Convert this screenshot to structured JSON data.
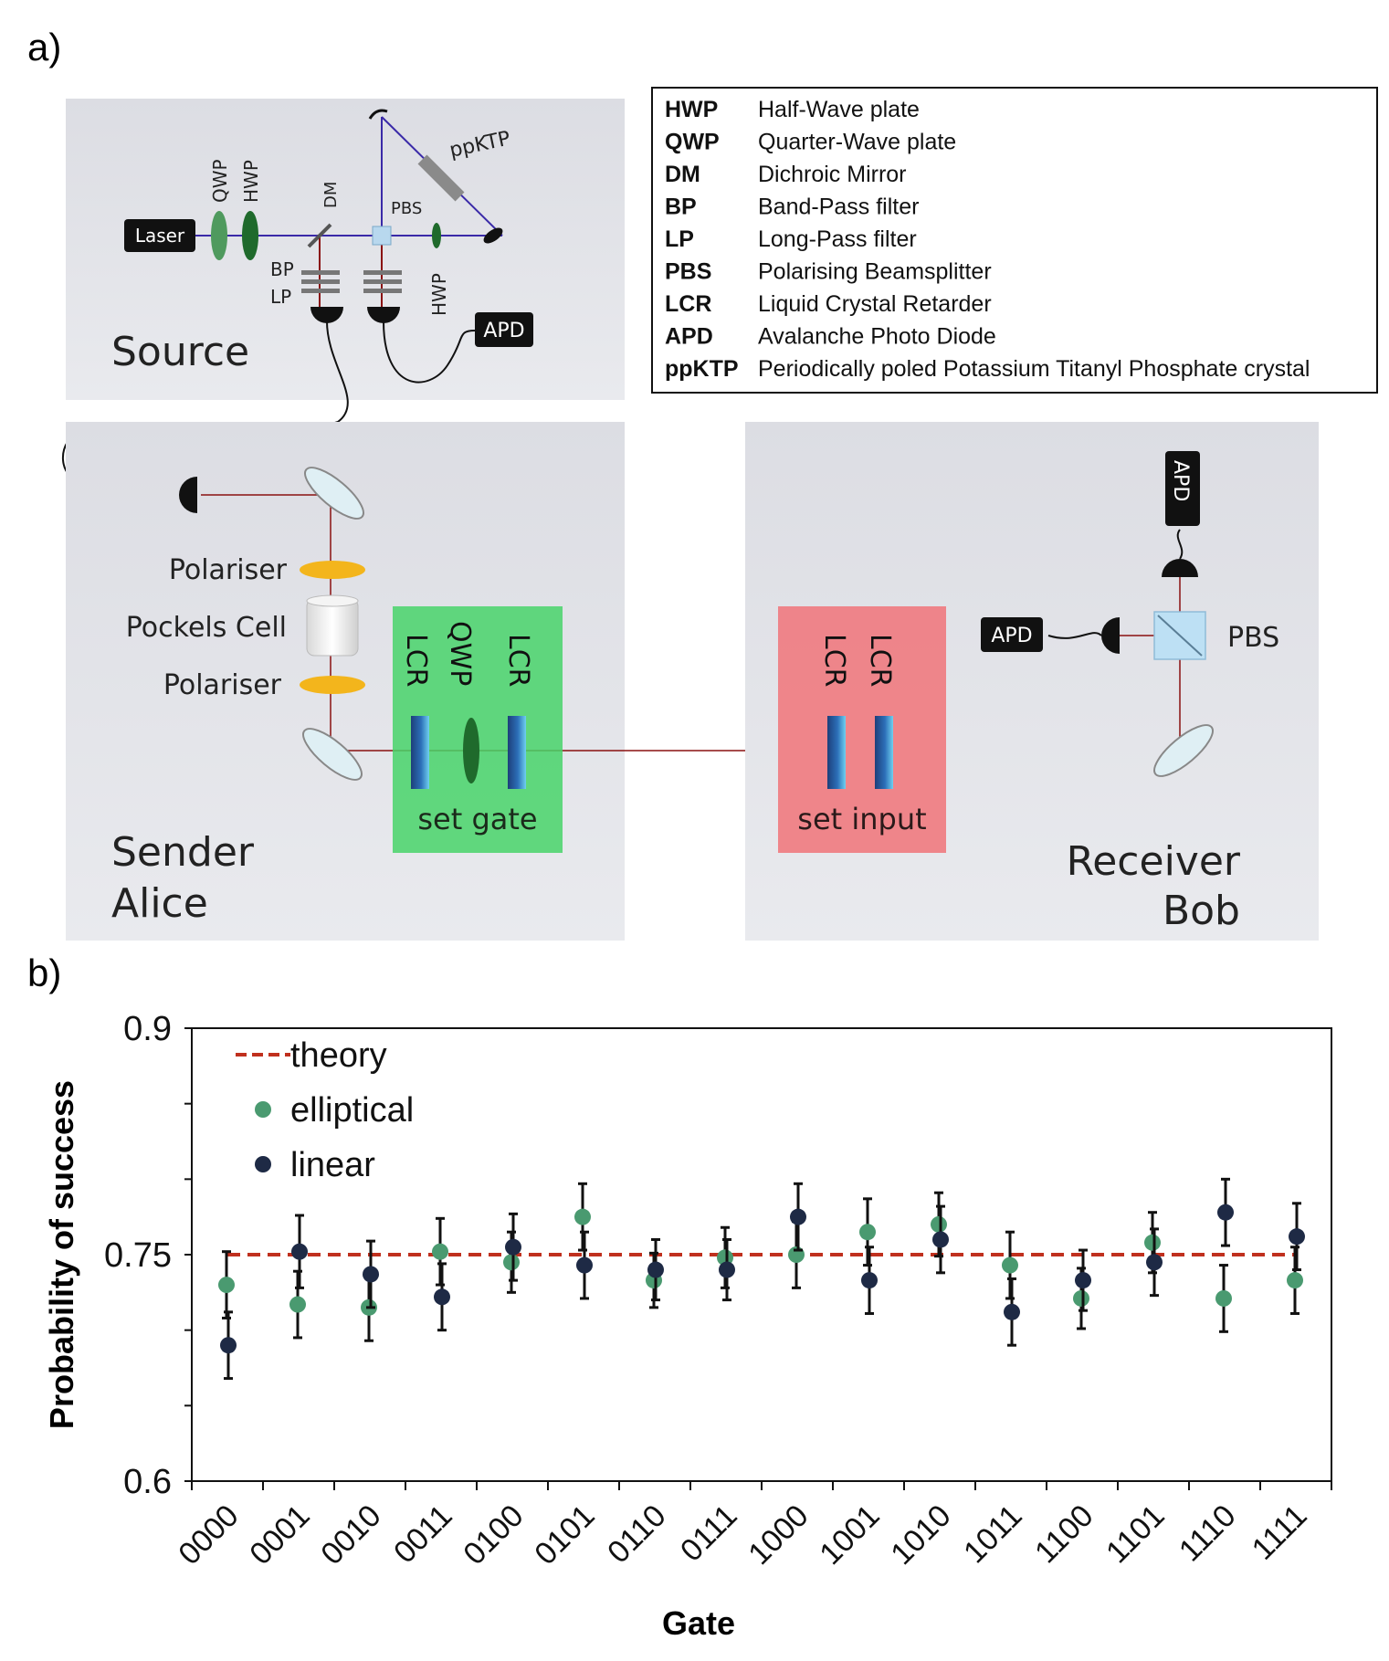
{
  "panel_a": {
    "label": "a)",
    "source_box": {
      "title": "Source",
      "laser": "Laser",
      "qwp": "QWP",
      "hwp1": "HWP",
      "dm": "DM",
      "pbs": "PBS",
      "ppktp": "ppKTP",
      "bp": "BP",
      "lp": "LP",
      "hwp2": "HWP",
      "apd": "APD"
    },
    "legend": [
      {
        "abbr": "HWP",
        "desc": "Half-Wave plate"
      },
      {
        "abbr": "QWP",
        "desc": "Quarter-Wave plate"
      },
      {
        "abbr": "DM",
        "desc": "Dichroic Mirror"
      },
      {
        "abbr": "BP",
        "desc": "Band-Pass filter"
      },
      {
        "abbr": "LP",
        "desc": "Long-Pass filter"
      },
      {
        "abbr": "PBS",
        "desc": "Polarising Beamsplitter"
      },
      {
        "abbr": "LCR",
        "desc": "Liquid Crystal Retarder"
      },
      {
        "abbr": "APD",
        "desc": "Avalanche Photo Diode"
      },
      {
        "abbr": "ppKTP",
        "desc": "Periodically poled Potassium Titanyl Phosphate crystal"
      }
    ],
    "alice_box": {
      "title_line1": "Sender",
      "title_line2": "Alice",
      "polariser_top": "Polariser",
      "pockels": "Pockels Cell",
      "polariser_bottom": "Polariser",
      "gate_label": "set gate",
      "lcr1": "LCR",
      "qwp": "QWP",
      "lcr2": "LCR"
    },
    "bob_box": {
      "title_line1": "Receiver",
      "title_line2": "Bob",
      "input_label": "set input",
      "lcr1": "LCR",
      "lcr2": "LCR",
      "apd_top": "APD",
      "apd_left": "APD",
      "pbs": "PBS"
    },
    "colors": {
      "beam_blue": "#3a2aa8",
      "beam_red": "#8a1010",
      "wp_green": "#2c8a3c",
      "gate_green": "#48d46a",
      "input_red": "#f07a80",
      "polariser_yellow": "#f3b51c"
    }
  },
  "panel_b": {
    "label": "b)",
    "chart_data": {
      "type": "scatter",
      "xlabel": "Gate",
      "ylabel": "Probability of success",
      "ylim": [
        0.6,
        0.9
      ],
      "yticks": [
        "0.6",
        "0.75",
        "0.9"
      ],
      "categories": [
        "0000",
        "0001",
        "0010",
        "0011",
        "0100",
        "0101",
        "0110",
        "0111",
        "1000",
        "1001",
        "1010",
        "1011",
        "1100",
        "1101",
        "1110",
        "1111"
      ],
      "series": [
        {
          "name": "theory",
          "style": "dashed-line",
          "color": "#c0301e",
          "values": [
            0.75,
            0.75,
            0.75,
            0.75,
            0.75,
            0.75,
            0.75,
            0.75,
            0.75,
            0.75,
            0.75,
            0.75,
            0.75,
            0.75,
            0.75,
            0.75
          ]
        },
        {
          "name": "elliptical",
          "style": "points",
          "color": "#4a9a70",
          "values": [
            0.73,
            0.717,
            0.715,
            0.752,
            0.745,
            0.775,
            0.733,
            0.748,
            0.75,
            0.765,
            0.77,
            0.743,
            0.721,
            0.758,
            0.721,
            0.733
          ],
          "err": [
            0.022,
            0.022,
            0.022,
            0.022,
            0.02,
            0.022,
            0.018,
            0.02,
            0.022,
            0.022,
            0.021,
            0.022,
            0.02,
            0.02,
            0.022,
            0.022
          ]
        },
        {
          "name": "linear",
          "style": "points",
          "color": "#1e2a45",
          "values": [
            0.69,
            0.752,
            0.737,
            0.722,
            0.755,
            0.743,
            0.74,
            0.74,
            0.775,
            0.733,
            0.76,
            0.712,
            0.733,
            0.745,
            0.778,
            0.762
          ],
          "err": [
            0.022,
            0.024,
            0.022,
            0.022,
            0.022,
            0.022,
            0.02,
            0.02,
            0.022,
            0.022,
            0.022,
            0.022,
            0.02,
            0.022,
            0.022,
            0.022
          ]
        }
      ],
      "legend_position": "top-left"
    }
  }
}
